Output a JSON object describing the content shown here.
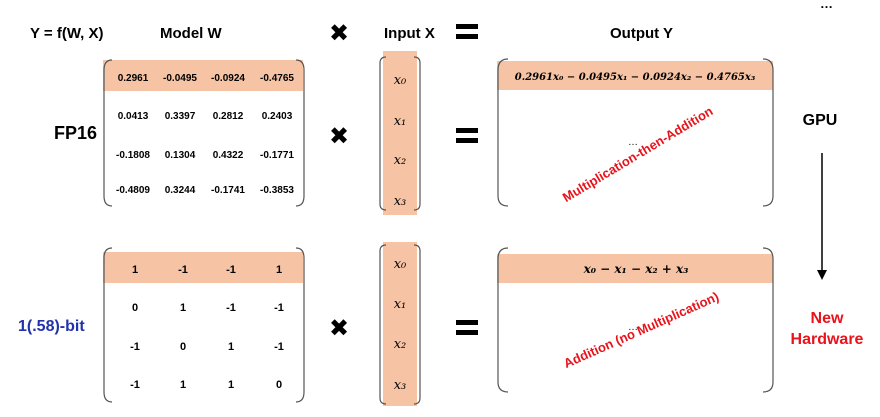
{
  "header": {
    "equation": "Y = f(W, X)",
    "model_label": "Model W",
    "input_label": "Input X",
    "output_label": "Output Y",
    "corner_text": "…"
  },
  "symbols": {
    "times": "✖",
    "equals": "〓"
  },
  "colors": {
    "highlight": "#f6c3a4",
    "text": "#000000",
    "accent_red": "#e8131b",
    "accent_blue": "#2233aa",
    "bracket": "#555555"
  },
  "fp16": {
    "label": "FP16",
    "matrix": [
      [
        "0.2961",
        "-0.0495",
        "-0.0924",
        "-0.4765"
      ],
      [
        "0.0413",
        "0.3397",
        "0.2812",
        "0.2403"
      ],
      [
        "-0.1808",
        "0.1304",
        "0.4322",
        "-0.1771"
      ],
      [
        "-0.4809",
        "0.3244",
        "-0.1741",
        "-0.3853"
      ]
    ],
    "inputs": [
      "x₀",
      "x₁",
      "x₂",
      "x₃"
    ],
    "output_first_row": "0.2961x₀ − 0.0495x₁ − 0.0924x₂ − 0.4765x₃",
    "output_ellipsis": "…",
    "operation_note": "Multiplication-then-Addition",
    "hardware": "GPU"
  },
  "ternary": {
    "label": "1(.58)-bit",
    "matrix": [
      [
        "1",
        "-1",
        "-1",
        "1"
      ],
      [
        "0",
        "1",
        "-1",
        "-1"
      ],
      [
        "-1",
        "0",
        "1",
        "-1"
      ],
      [
        "-1",
        "1",
        "1",
        "0"
      ]
    ],
    "inputs": [
      "x₀",
      "x₁",
      "x₂",
      "x₃"
    ],
    "output_first_row": "x₀ − x₁ − x₂ + x₃",
    "output_ellipsis": "…",
    "operation_note": "Addition (no Multiplication)",
    "hardware_line1": "New",
    "hardware_line2": "Hardware"
  }
}
